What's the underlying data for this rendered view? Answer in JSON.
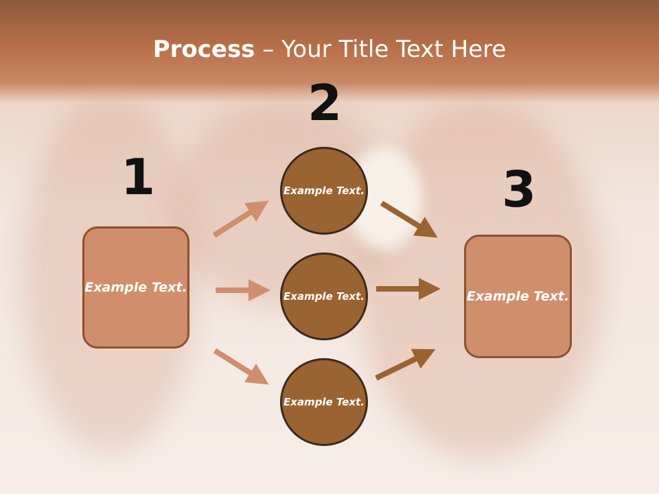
{
  "title": {
    "bold": "Process",
    "rest": " – Your Title Text Here"
  },
  "steps": [
    {
      "number": "1",
      "label": "Example Text."
    },
    {
      "number": "2",
      "labels": [
        "Example Text.",
        "Example Text.",
        "Example Text."
      ]
    },
    {
      "number": "3",
      "label": "Example Text."
    }
  ],
  "colors": {
    "box_fill": "#d08e6c",
    "circle_fill": "#9a6332",
    "arrow_light": "#d08e6c",
    "arrow_dark": "#9a6332"
  }
}
